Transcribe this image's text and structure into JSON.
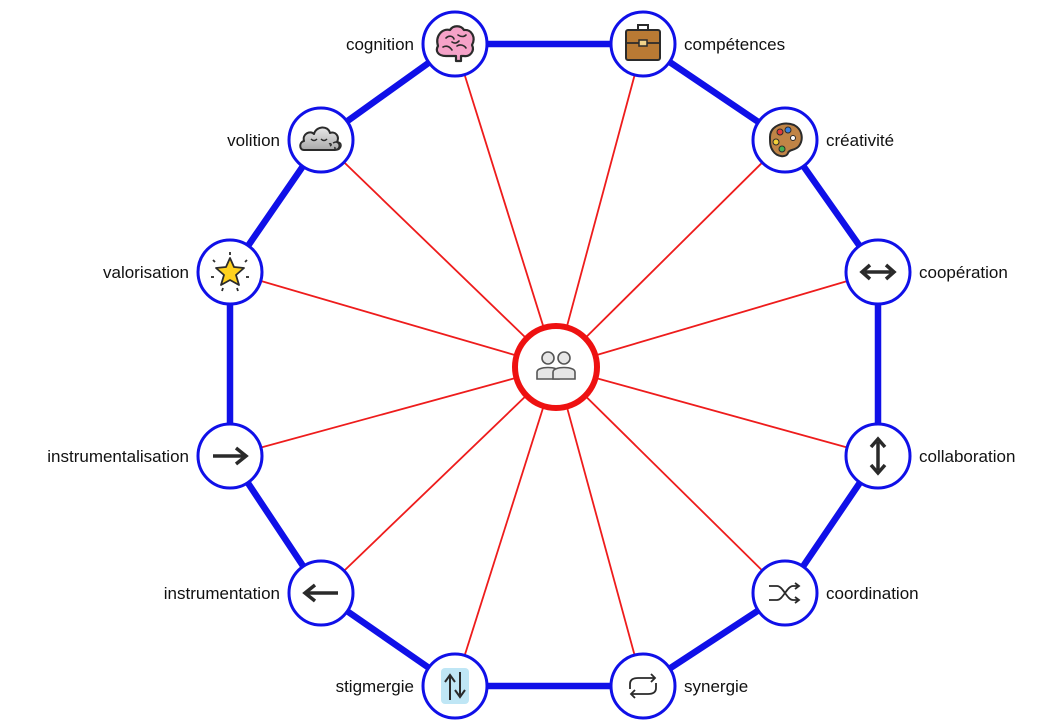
{
  "colors": {
    "ring": "#1010e8",
    "spoke": "#ee1c1c",
    "center_ring": "#ee1111",
    "node_fill": "#ffffff",
    "label": "#111111"
  },
  "center": {
    "icon": "group-people-icon"
  },
  "nodes": [
    {
      "label": "cognition",
      "icon": "brain-icon",
      "label_side": "left"
    },
    {
      "label": "compétences",
      "icon": "briefcase-icon",
      "label_side": "right"
    },
    {
      "label": "créativité",
      "icon": "palette-icon",
      "label_side": "right"
    },
    {
      "label": "coopération",
      "icon": "left-right-arrow-icon",
      "label_side": "right"
    },
    {
      "label": "collaboration",
      "icon": "up-down-arrow-icon",
      "label_side": "right"
    },
    {
      "label": "coordination",
      "icon": "shuffle-icon",
      "label_side": "right"
    },
    {
      "label": "synergie",
      "icon": "repeat-icon",
      "label_side": "right"
    },
    {
      "label": "stigmergie",
      "icon": "up-down-exchange-icon",
      "label_side": "left"
    },
    {
      "label": "instrumentation",
      "icon": "left-arrow-icon",
      "label_side": "left"
    },
    {
      "label": "instrumentalisation",
      "icon": "right-arrow-icon",
      "label_side": "left"
    },
    {
      "label": "valorisation",
      "icon": "glowing-star-icon",
      "label_side": "left"
    },
    {
      "label": "volition",
      "icon": "blowing-cloud-icon",
      "label_side": "left"
    }
  ]
}
